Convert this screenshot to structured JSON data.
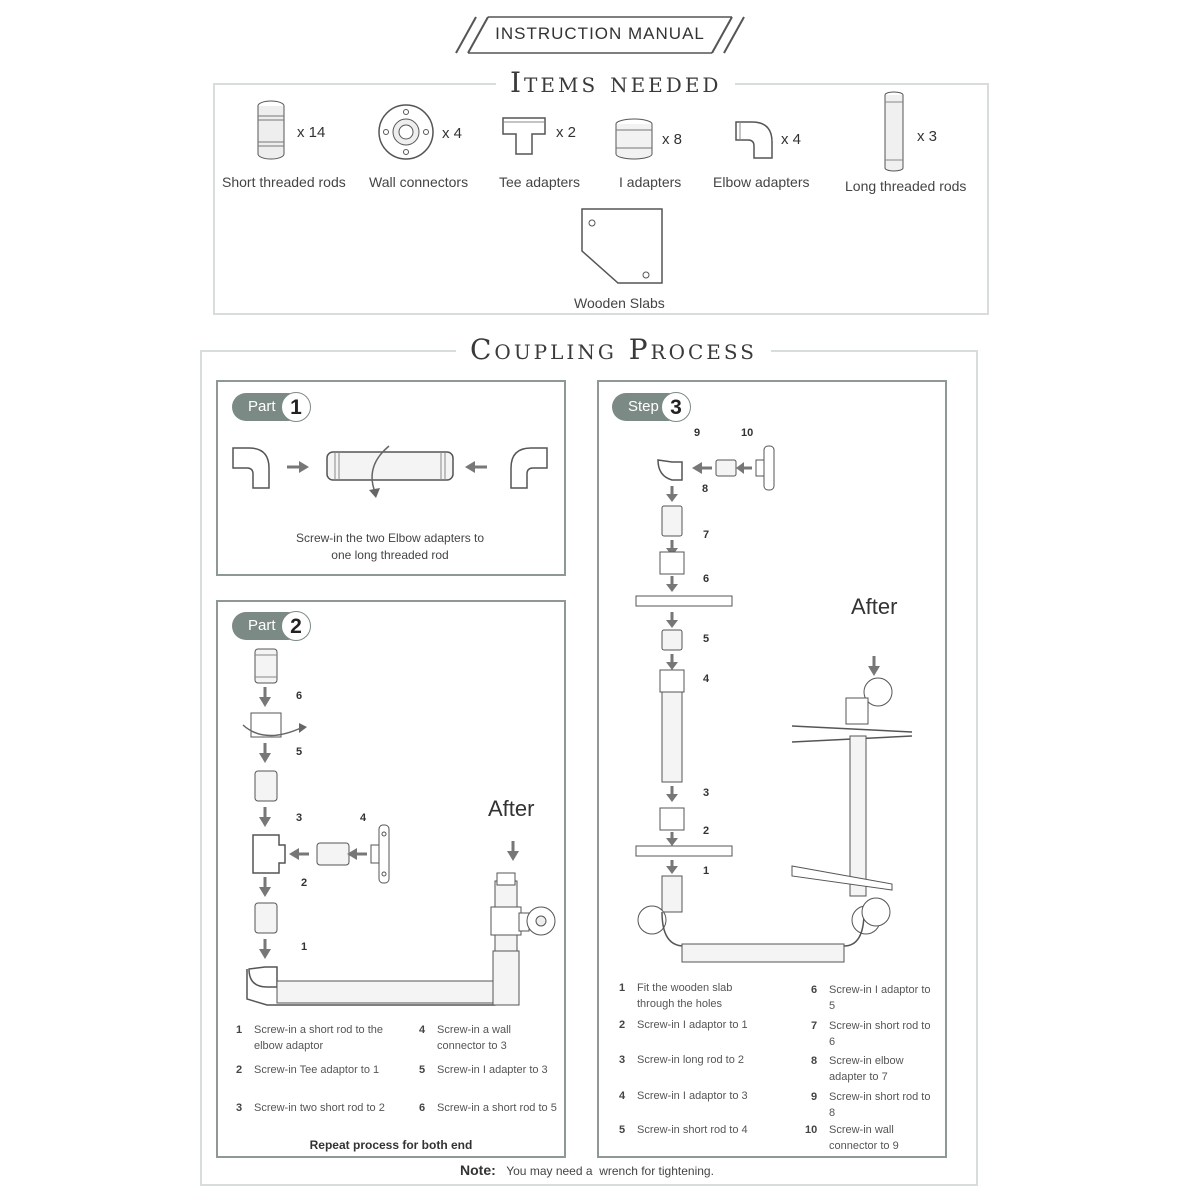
{
  "header": {
    "title": "INSTRUCTION MANUAL"
  },
  "items_section": {
    "title": "Items needed",
    "items": [
      {
        "label": "Short threaded rods",
        "qty": "x 14"
      },
      {
        "label": "Wall connectors",
        "qty": "x 4"
      },
      {
        "label": "Tee adapters",
        "qty": "x 2"
      },
      {
        "label": "I adapters",
        "qty": "x 8"
      },
      {
        "label": "Elbow adapters",
        "qty": "x 4"
      },
      {
        "label": "Long threaded rods",
        "qty": "x 3"
      },
      {
        "label": "Wooden Slabs"
      }
    ]
  },
  "coupling_section": {
    "title": "Coupling Process",
    "part1": {
      "label": "Part",
      "number": "1",
      "caption": [
        "Screw-in the two Elbow adapters to",
        "one long threaded rod"
      ]
    },
    "part2": {
      "label": "Part",
      "number": "2",
      "after": "After",
      "diagram_numbers": [
        "6",
        "5",
        "3",
        "4",
        "2",
        "1"
      ],
      "instructions": [
        {
          "n": "1",
          "text": "Screw-in a short rod to the elbow adaptor"
        },
        {
          "n": "2",
          "text": "Screw-in Tee adaptor to 1"
        },
        {
          "n": "3",
          "text": "Screw-in two short rod to 2"
        },
        {
          "n": "4",
          "text": "Screw-in a wall connector to 3"
        },
        {
          "n": "5",
          "text": "Screw-in I adapter to 3"
        },
        {
          "n": "6",
          "text": "Screw-in a short rod to 5"
        }
      ],
      "footer": "Repeat process for both end"
    },
    "step3": {
      "label": "Step",
      "number": "3",
      "after": "After",
      "diagram_numbers": [
        "9",
        "10",
        "8",
        "7",
        "6",
        "5",
        "4",
        "3",
        "2",
        "1"
      ],
      "instructions": [
        {
          "n": "1",
          "text": "Fit the wooden slab through the holes"
        },
        {
          "n": "2",
          "text": "Screw-in I adaptor to 1"
        },
        {
          "n": "3",
          "text": "Screw-in long rod to 2"
        },
        {
          "n": "4",
          "text": "Screw-in I adaptor to 3"
        },
        {
          "n": "5",
          "text": "Screw-in short rod to 4"
        },
        {
          "n": "6",
          "text": "Screw-in I adaptor to 5"
        },
        {
          "n": "7",
          "text": "Screw-in short rod to 6"
        },
        {
          "n": "8",
          "text": "Screw-in elbow adapter to 7"
        },
        {
          "n": "9",
          "text": "Screw-in short rod to 8"
        },
        {
          "n": "10",
          "text": "Screw-in wall connector to 9"
        }
      ]
    }
  },
  "note": {
    "label": "Note:",
    "text": "You may need a  wrench for tightening."
  }
}
